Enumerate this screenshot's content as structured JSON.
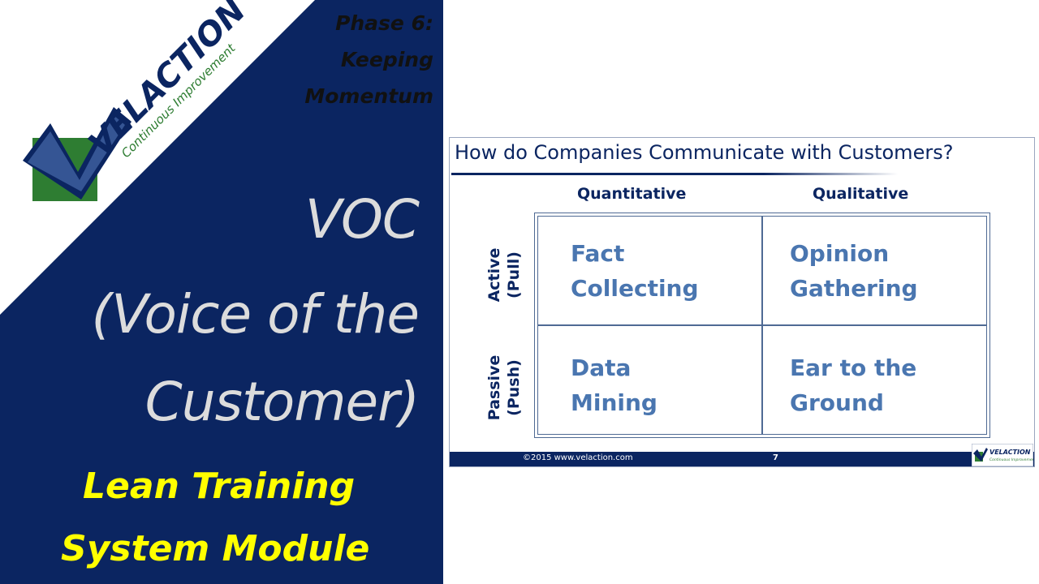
{
  "brand": {
    "logo_name": "VELACTION",
    "logo_tagline": "Continuous Improvement",
    "navy": "#0b2561",
    "green": "#2e7d32",
    "yellow": "#ffff00"
  },
  "phase": {
    "line1": "Phase 6:",
    "line2": "Keeping",
    "line3": "Momentum"
  },
  "topic": {
    "line1": "VOC",
    "line2": "(Voice of the",
    "line3": "Customer)"
  },
  "module": {
    "line1": "Lean Training",
    "line2": "System Module"
  },
  "slide": {
    "title": "How do Companies Communicate with Customers?",
    "columns": [
      "Quantitative",
      "Qualitative"
    ],
    "rows": [
      {
        "line1": "Active",
        "line2": "(Pull)"
      },
      {
        "line1": "Passive",
        "line2": "(Push)"
      }
    ],
    "cells": [
      {
        "line1": "Fact",
        "line2": "Collecting"
      },
      {
        "line1": "Opinion",
        "line2": "Gathering"
      },
      {
        "line1": "Data",
        "line2": "Mining"
      },
      {
        "line1": "Ear to the",
        "line2": "Ground"
      }
    ],
    "footer": {
      "copyright": "©2015  www.velaction.com",
      "page": "7"
    }
  }
}
